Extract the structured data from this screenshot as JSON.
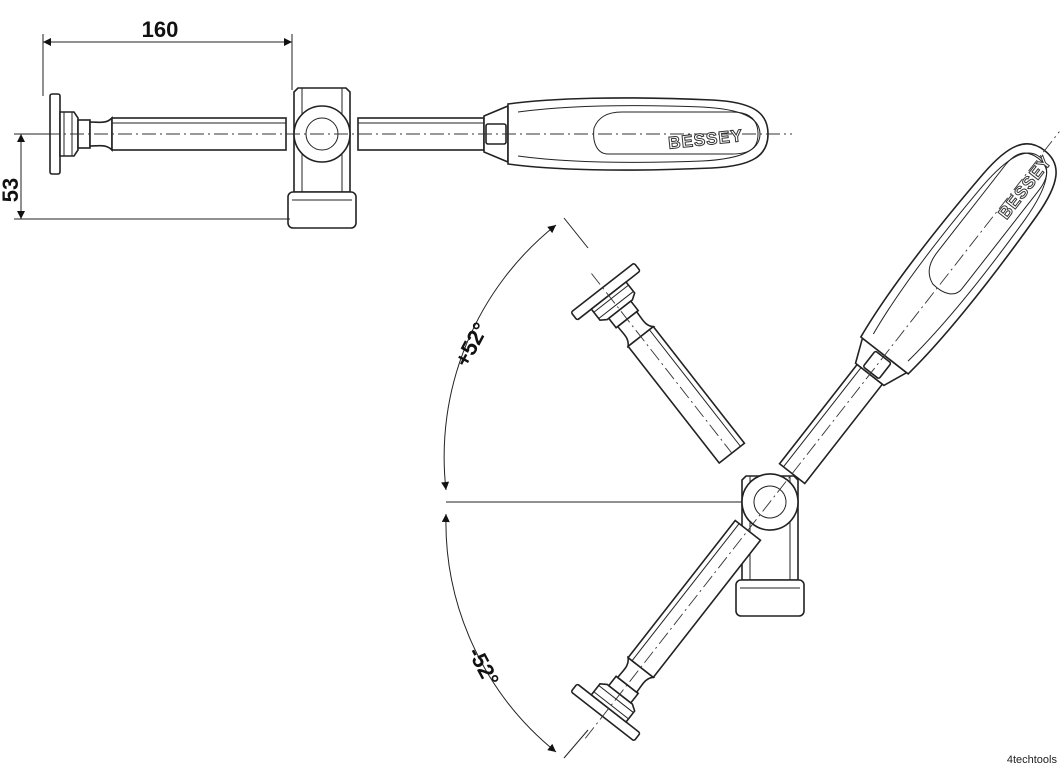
{
  "dimensions": {
    "length": "160",
    "height": "53"
  },
  "angles": {
    "upper": "+52°",
    "lower": "-52°"
  },
  "brand": "BESSEY",
  "watermark": "4techtools"
}
